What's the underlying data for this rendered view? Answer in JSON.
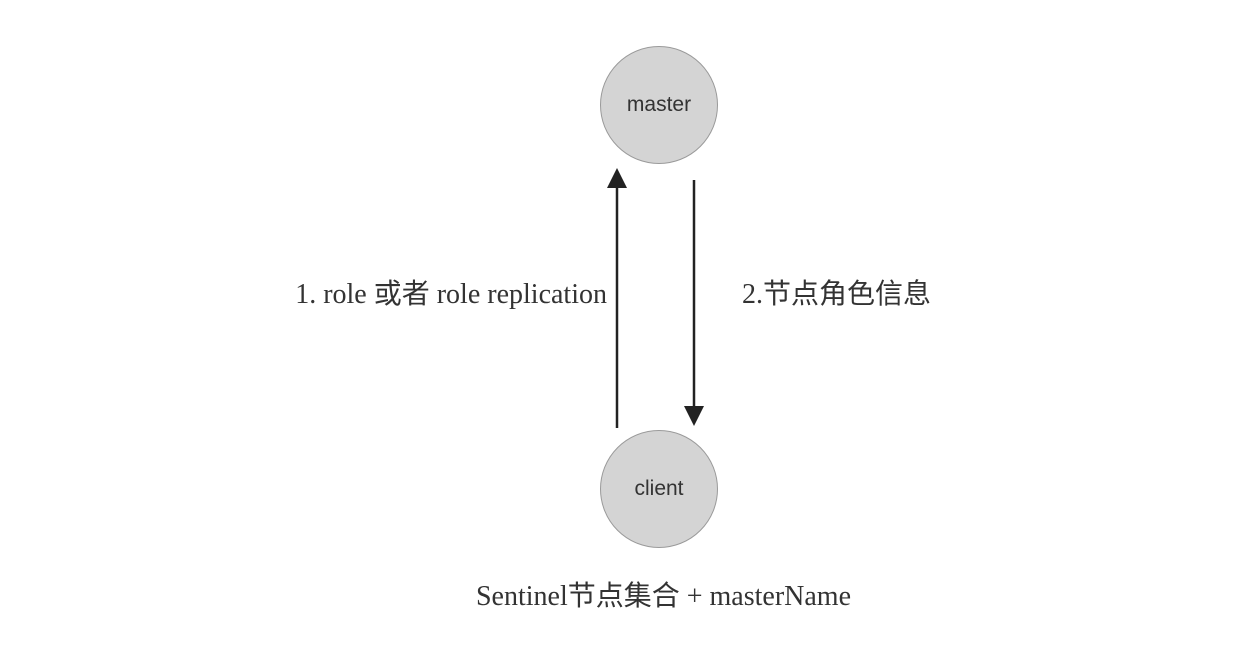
{
  "nodes": {
    "master": "master",
    "client": "client"
  },
  "edges": {
    "request_label": "1. role 或者 role replication",
    "response_label": "2.节点角色信息"
  },
  "client_config": "Sentinel节点集合 + masterName",
  "colors": {
    "node_fill": "#d4d4d4",
    "node_border": "#9a9a9a",
    "text": "#333333",
    "arrow": "#222222"
  }
}
